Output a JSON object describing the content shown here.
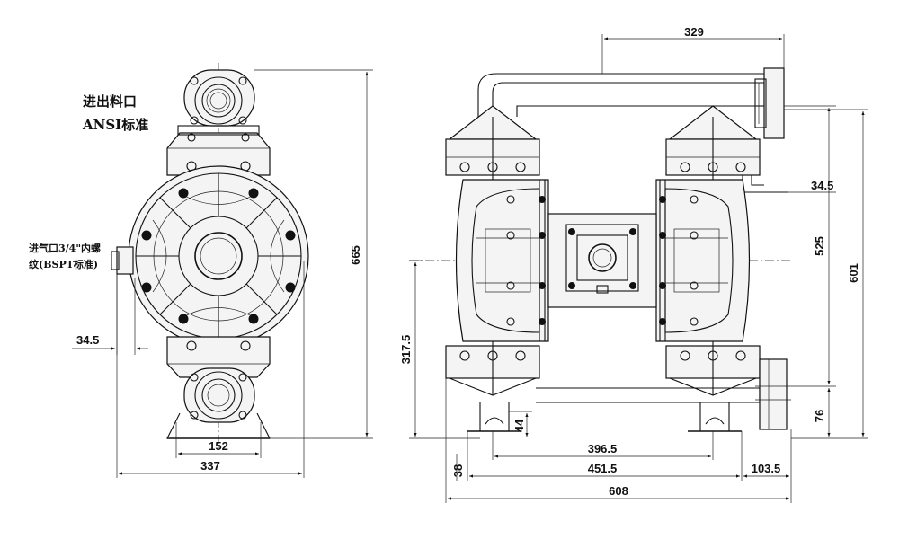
{
  "labels": {
    "inlet_outlet_line1": "进出料口",
    "inlet_outlet_line2": "ANSI标准",
    "air_inlet_line1": "进气口3/4\"内螺",
    "air_inlet_line2": "纹(BSPT标准)"
  },
  "dimensions": {
    "front": {
      "height_total": "665",
      "air_offset": "34.5",
      "inner_width": "152",
      "outer_width": "337"
    },
    "side": {
      "top_length": "329",
      "flange_offset": "34.5",
      "height_525": "525",
      "height_601": "601",
      "height_317": "317.5",
      "height_76": "76",
      "foot_44": "44",
      "w_396": "396.5",
      "w_451": "451.5",
      "w_103": "103.5",
      "w_38": "38",
      "w_608": "608"
    }
  }
}
